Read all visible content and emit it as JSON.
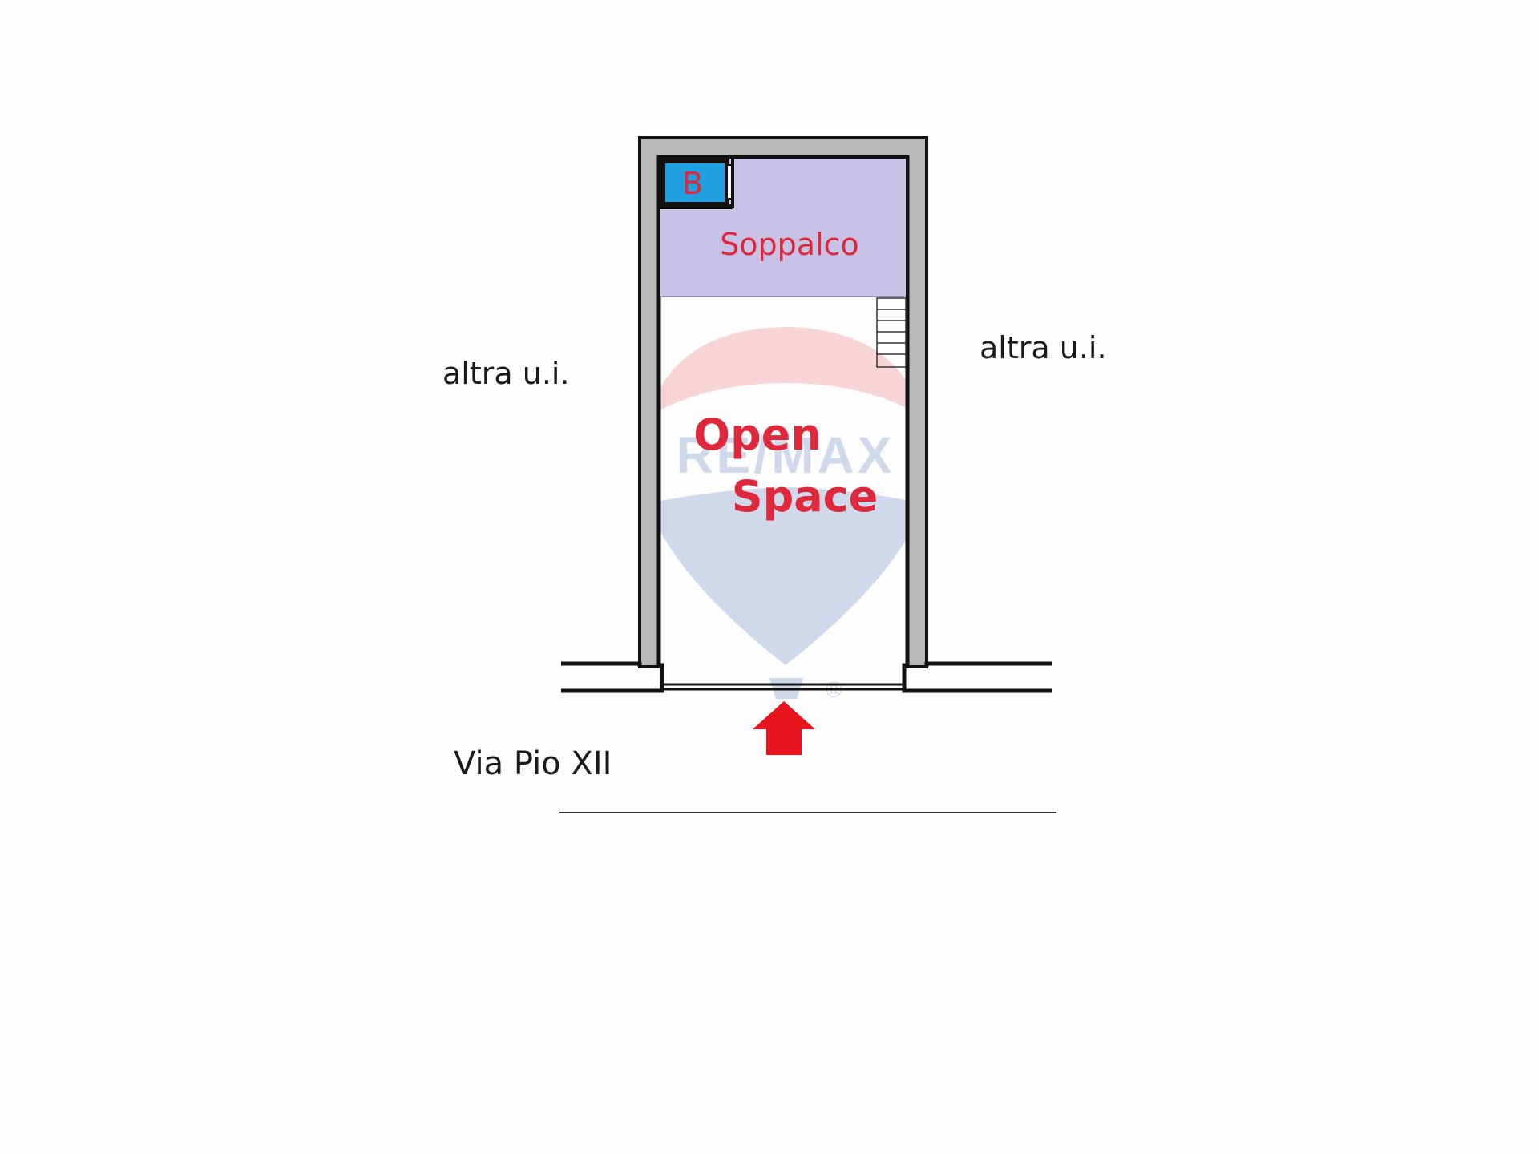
{
  "colors": {
    "wall_fill": "#b8b8b8",
    "wall_line": "#111111",
    "mezzanine": "#c8c2e6",
    "bathroom": "#1f9fe0",
    "label_red": "#e0283c",
    "arrow": "#e8141e",
    "watermark_red": "#e86a72",
    "watermark_blue": "#5b7fbf"
  },
  "labels": {
    "neighbor_left": "altra u.i.",
    "neighbor_right": "altra u.i.",
    "street": "Via Pio XII",
    "mezzanine": "Soppalco",
    "bathroom": "B",
    "open_space_line1": "Open",
    "open_space_line2": "Space"
  },
  "watermark": {
    "brand": "RE/MAX",
    "registered": "®"
  },
  "icons": {
    "entrance": "entrance-arrow-icon",
    "stairs": "stairs-icon"
  }
}
